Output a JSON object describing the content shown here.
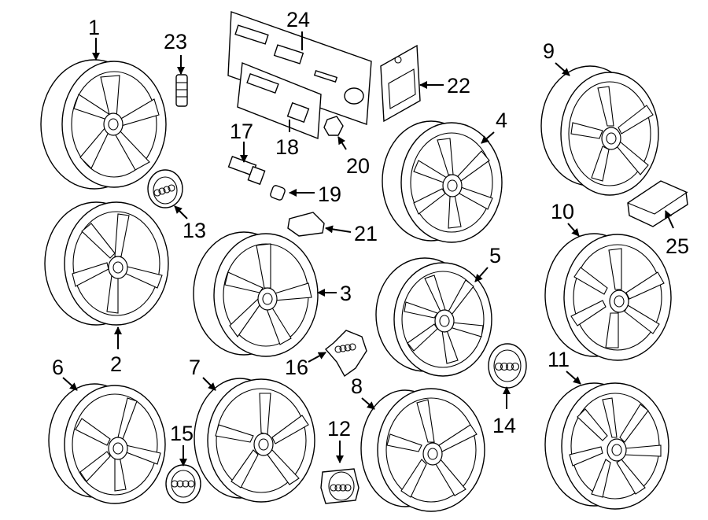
{
  "callouts": {
    "c1": "1",
    "c2": "2",
    "c3": "3",
    "c4": "4",
    "c5": "5",
    "c6": "6",
    "c7": "7",
    "c8": "8",
    "c9": "9",
    "c10": "10",
    "c11": "11",
    "c12": "12",
    "c13": "13",
    "c14": "14",
    "c15": "15",
    "c16": "16",
    "c17": "17",
    "c18": "18",
    "c19": "19",
    "c20": "20",
    "c21": "21",
    "c22": "22",
    "c23": "23",
    "c24": "24",
    "c25": "25"
  },
  "colors": {
    "line": "#000000",
    "background": "#ffffff"
  }
}
